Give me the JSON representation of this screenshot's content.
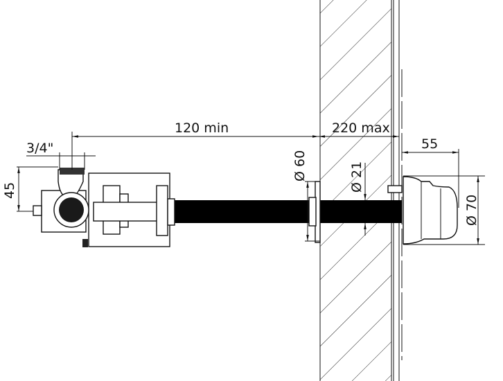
{
  "dimensions": {
    "thread": "3/4\"",
    "height_offset": "45",
    "min_distance": "120 min",
    "wall_max": "220 max",
    "flange_diameter": "Ø 60",
    "pipe_diameter": "Ø 21",
    "head_depth": "55",
    "head_diameter": "Ø 70"
  },
  "colors": {
    "line": "#111111",
    "background": "#ffffff"
  }
}
